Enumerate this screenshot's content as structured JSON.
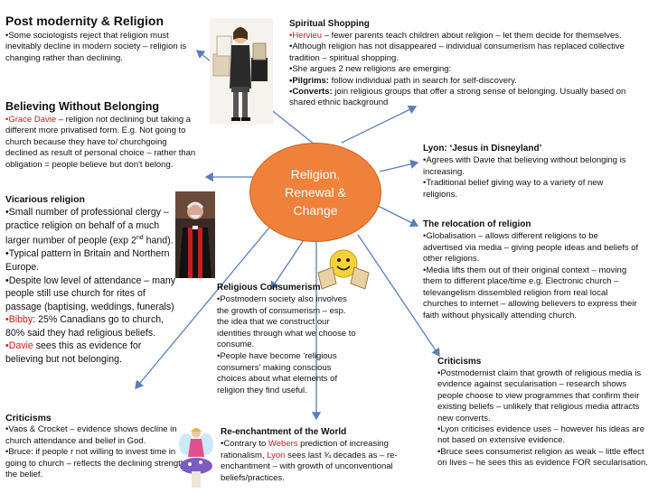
{
  "center": {
    "line1": "Religion,",
    "line2": "Renewal &",
    "line3": "Change"
  },
  "postmodernity": {
    "title": "Post modernity & Religion",
    "text": "•Some sociologists reject that religion must inevitably decline in modern society – religion is changing rather than declining."
  },
  "believing": {
    "title": "Believing Without Belonging",
    "name": "•Grace Davie",
    "text": " – religion not declining but taking a different more privatised form. E.g. Not going to church because they have to/ churchgoing declined as result of personal choice – rather than obligation = people believe but don't belong."
  },
  "vicarious": {
    "title": "Vicarious religion",
    "b1": "•Small number of professional clergy – practice religion on behalf of a much larger number of people (exp 2",
    "b1_sup": "nd",
    "b1_end": " hand).",
    "b2": "•Typical pattern in Britain and Northern Europe.",
    "b3": "•Despite low level of attendance – many people still use church for rites of passage (baptising, weddings, funerals)",
    "b4_name": "•Bibby",
    "b4": ":  25% Canadians go to church, 80% said they had religious beliefs.",
    "b5_name": "•Davie",
    "b5": " sees this as evidence for believing but not belonging."
  },
  "criticisms_left": {
    "title": "Criticisms",
    "b1": "•Vaos & Crocket – evidence shows decline in church attendance and belief in God.",
    "b2": "•Bruce: if people r not willing to invest time in going to church – reflects the declining strength of the belief."
  },
  "spiritual": {
    "title": "Spiritual Shopping",
    "b1_name": "•Hervieu",
    "b1": " – fewer parents teach children about religion – let them decide for themselves.",
    "b2": "•Although religion has not disappeared – individual consumerism has replaced collective tradition – spiritual shopping.",
    "b3": "•She argues 2 new religions are emerging:",
    "b4_label": "•Pilgrims:",
    "b4": " follow individual path in search for self-discovery.",
    "b5_label": "•Converts:",
    "b5": " join religious groups that offer a strong sense of belonging. Usually based on shared ethnic background"
  },
  "lyon": {
    "title": "Lyon: ‘Jesus in Disneyland’",
    "b1": "•Agrees with Davie that believing without belonging is increasing.",
    "b2": "•Traditional belief giving way to a variety of new religions."
  },
  "relocation": {
    "title": "The relocation of religion",
    "b1": "•Globalisation – allows different religions to be advertised via media – giving people ideas and beliefs of other religions.",
    "b2": "•Media lifts them out of their original context – moving them to different place/time e.g. Electronic church – televangelism dissembled religion from real local churches to internet – allowing believers to express their faith without physically attending church."
  },
  "consumerism": {
    "title": "Religious Consumerism",
    "b1": "•Postmodern society also involves the growth of consumerism – esp. the idea that we construct our identities through what we choose to consume.",
    "b2": "•People have become ‘religious consumers’ making conscious choices about what elements of religion they find useful."
  },
  "criticisms_right": {
    "title": "Criticisms",
    "b1": "•Postmodernist claim that growth of religious media is evidence against secularisation – research shows people choose to view programmes that confirm their existing beliefs – unlikely that religious media attracts new converts.",
    "b2": "•Lyon criticises evidence uses – however his ideas are not based on extensive evidence.",
    "b3": "•Bruce sees consumerist religion as weak – little effect on lives – he sees this as evidence FOR secularisation."
  },
  "reenchantment": {
    "title": "Re-enchantment of the World",
    "b1a": "•Contrary to ",
    "b1_name1": "Webers",
    "b1b": " prediction of increasing rationalism, ",
    "b1_name2": "Lyon",
    "b1c": " sees last ¾ decades as – re-enchantment – with growth of unconventional beliefs/practices."
  },
  "colors": {
    "accent_orange": "#f0813a",
    "name_red": "#d01818",
    "arrow_blue": "#5b7fb8"
  }
}
